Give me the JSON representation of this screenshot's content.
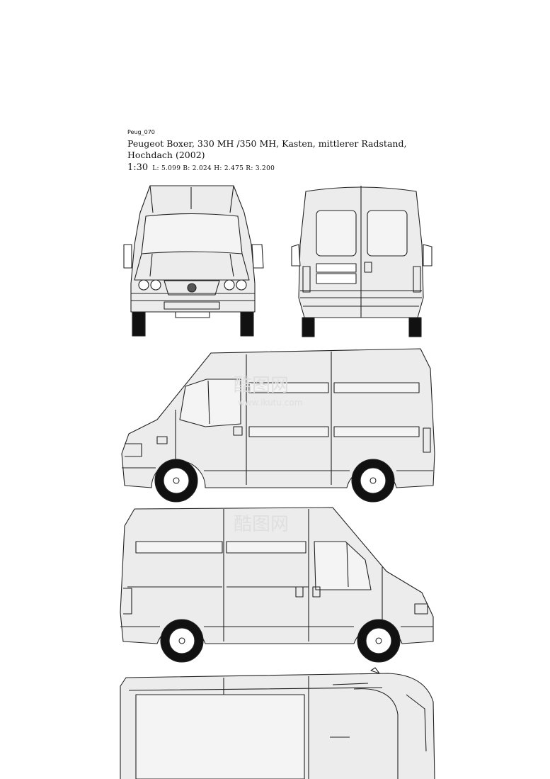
{
  "sheet": {
    "code": "Peug_070",
    "title_line1": "Peugeot Boxer, 330 MH /350 MH, Kasten, mittlerer Radstand,",
    "title_line2": "Hochdach (2002)",
    "scale": "1:30",
    "dimensions": "L: 5.099   B: 2.024   H: 2.475   R: 3.200"
  },
  "watermark": {
    "brand": "酷图网",
    "url": "www.ikutu.com"
  }
}
